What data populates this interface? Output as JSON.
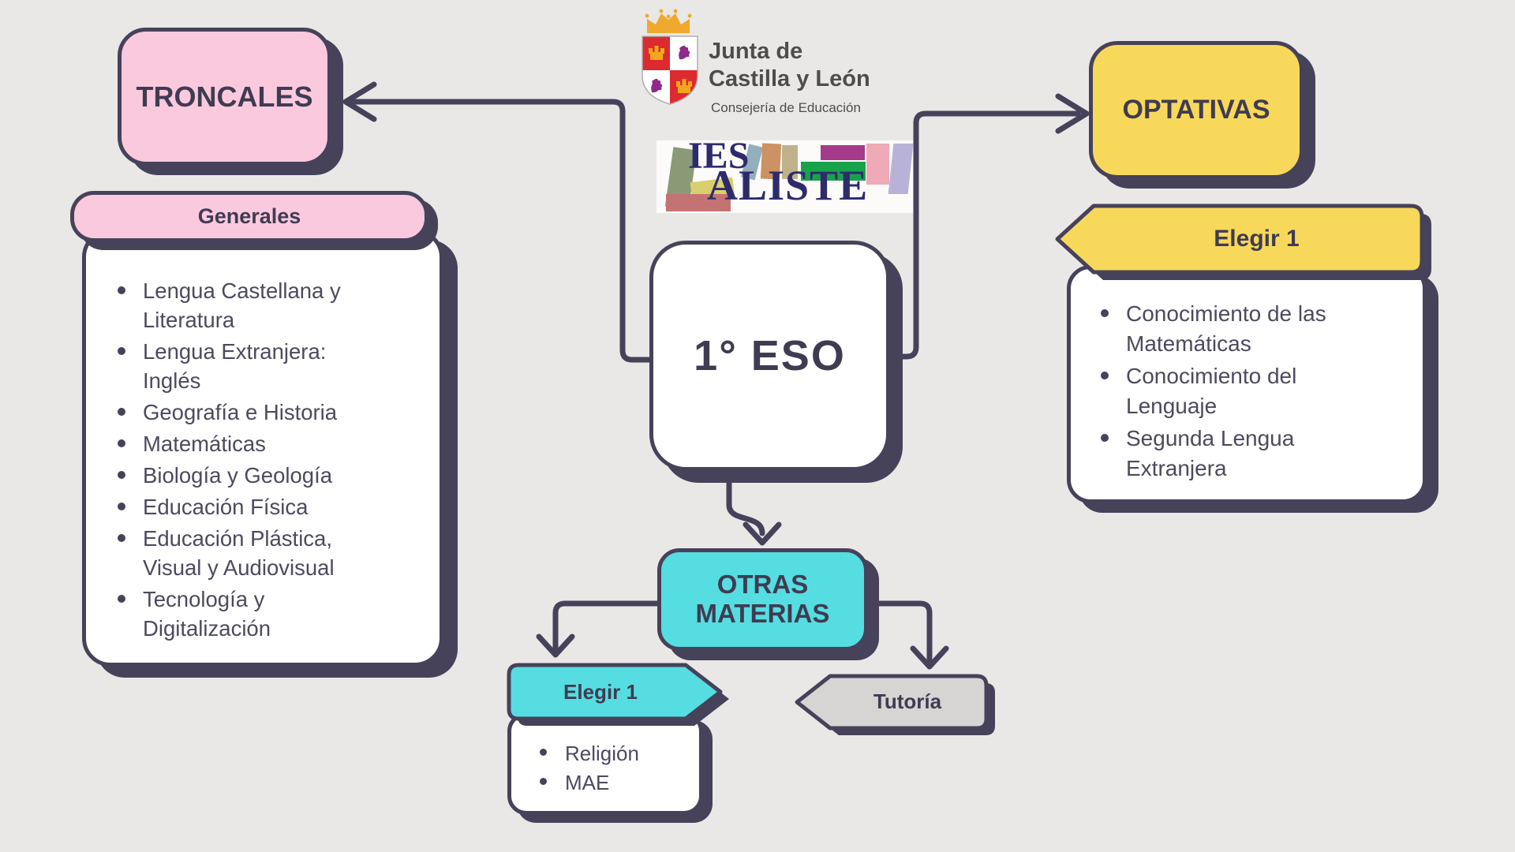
{
  "colors": {
    "background": "#e9e8e6",
    "dark_outline": "#46425A",
    "pink": "#FBC9DE",
    "yellow": "#F8D85A",
    "cyan": "#55DDE2",
    "gray_tab": "#D6D5D4",
    "white": "#FFFFFF",
    "navy_ies": "#2E2B6D",
    "crown_gold": "#EFA92D",
    "crest_red": "#DD2A30",
    "lion_purple": "#8F2A8B",
    "list_text": "#4C4A5E",
    "junta_text": "#4E4D4D"
  },
  "header": {
    "junta": {
      "line1": "Junta de",
      "line2": "Castilla y León",
      "subtitle": "Consejería de Educación"
    },
    "ies": {
      "line1": "IES",
      "line2": "ALISTE"
    }
  },
  "center": {
    "label": "1° ESO"
  },
  "troncales": {
    "title": "TRONCALES",
    "tab": "Generales",
    "items": [
      "Lengua Castellana y Literatura",
      "Lengua Extranjera: Inglés",
      "Geografía e Historia",
      "Matemáticas",
      "Biología y Geología",
      "Educación Física",
      "Educación Plástica, Visual y Audiovisual",
      "Tecnología y Digitalización"
    ]
  },
  "optativas": {
    "title": "OPTATIVAS",
    "tab": "Elegir 1",
    "items": [
      "Conocimiento de las Matemáticas",
      "Conocimiento del Lenguaje",
      "Segunda Lengua Extranjera"
    ]
  },
  "otras_materias": {
    "title_line1": "OTRAS",
    "title_line2": "MATERIAS",
    "elegir": {
      "tab": "Elegir 1",
      "items": [
        "Religión",
        "MAE"
      ]
    },
    "tutoria": {
      "tab": "Tutoría"
    }
  }
}
